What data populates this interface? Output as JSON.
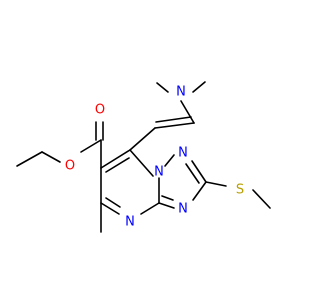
{
  "molecule": {
    "atoms": {
      "n_dimethylamino": "N",
      "o_carbonyl": "O",
      "o_ester": "O",
      "n_bridge": "N",
      "n_triazole_top": "N",
      "n_triazole_right": "N",
      "n_pyrimidine": "N",
      "s_methylthio": "S"
    },
    "colors": {
      "carbon_bond": "#000000",
      "nitrogen": "#0000ff",
      "oxygen": "#ff0000",
      "sulfur": "#b8a000"
    }
  }
}
